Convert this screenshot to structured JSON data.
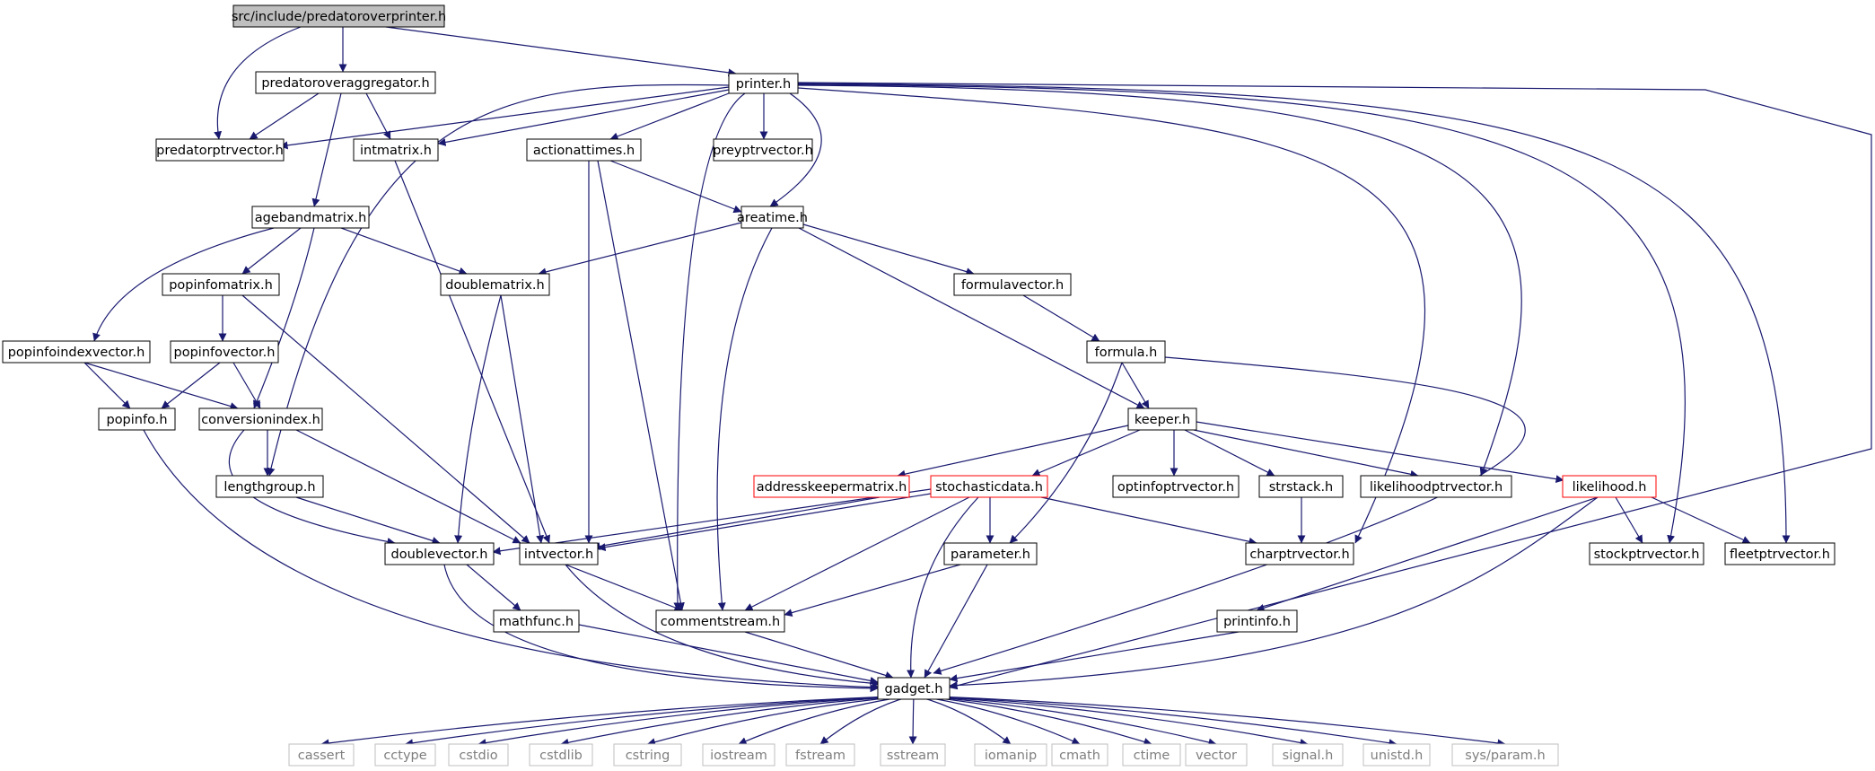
{
  "diagram": {
    "nodes": [
      {
        "id": "root",
        "label": "src/include/predatoroverprinter.h",
        "kind": "root"
      },
      {
        "id": "pagg",
        "label": "predatoroveraggregator.h",
        "kind": "normal"
      },
      {
        "id": "printer",
        "label": "printer.h",
        "kind": "normal"
      },
      {
        "id": "predptr",
        "label": "predatorptrvector.h",
        "kind": "normal"
      },
      {
        "id": "intmatrix",
        "label": "intmatrix.h",
        "kind": "normal"
      },
      {
        "id": "actiontimes",
        "label": "actionattimes.h",
        "kind": "normal"
      },
      {
        "id": "preyptr",
        "label": "preyptrvector.h",
        "kind": "normal"
      },
      {
        "id": "agebandmatrix",
        "label": "agebandmatrix.h",
        "kind": "normal"
      },
      {
        "id": "areatime",
        "label": "areatime.h",
        "kind": "normal"
      },
      {
        "id": "popinfomatrix",
        "label": "popinfomatrix.h",
        "kind": "normal"
      },
      {
        "id": "doublematrix",
        "label": "doublematrix.h",
        "kind": "normal"
      },
      {
        "id": "formulavector",
        "label": "formulavector.h",
        "kind": "normal"
      },
      {
        "id": "popinfoindexvector",
        "label": "popinfoindexvector.h",
        "kind": "normal"
      },
      {
        "id": "popinfovector",
        "label": "popinfovector.h",
        "kind": "normal"
      },
      {
        "id": "formula",
        "label": "formula.h",
        "kind": "normal"
      },
      {
        "id": "popinfo",
        "label": "popinfo.h",
        "kind": "normal"
      },
      {
        "id": "conversionindex",
        "label": "conversionindex.h",
        "kind": "normal"
      },
      {
        "id": "keeper",
        "label": "keeper.h",
        "kind": "normal"
      },
      {
        "id": "lengthgroup",
        "label": "lengthgroup.h",
        "kind": "normal"
      },
      {
        "id": "addresskeepermatrix",
        "label": "addresskeepermatrix.h",
        "kind": "red"
      },
      {
        "id": "stochasticdata",
        "label": "stochasticdata.h",
        "kind": "red"
      },
      {
        "id": "optinfoptr",
        "label": "optinfoptrvector.h",
        "kind": "normal"
      },
      {
        "id": "strstack",
        "label": "strstack.h",
        "kind": "normal"
      },
      {
        "id": "likelihoodptr",
        "label": "likelihoodptrvector.h",
        "kind": "normal"
      },
      {
        "id": "likelihood",
        "label": "likelihood.h",
        "kind": "red"
      },
      {
        "id": "doublevector",
        "label": "doublevector.h",
        "kind": "normal"
      },
      {
        "id": "intvector",
        "label": "intvector.h",
        "kind": "normal"
      },
      {
        "id": "parameter",
        "label": "parameter.h",
        "kind": "normal"
      },
      {
        "id": "charptr",
        "label": "charptrvector.h",
        "kind": "normal"
      },
      {
        "id": "stockptr",
        "label": "stockptrvector.h",
        "kind": "normal"
      },
      {
        "id": "fleetptr",
        "label": "fleetptrvector.h",
        "kind": "normal"
      },
      {
        "id": "mathfunc",
        "label": "mathfunc.h",
        "kind": "normal"
      },
      {
        "id": "commentstream",
        "label": "commentstream.h",
        "kind": "normal"
      },
      {
        "id": "printinfo",
        "label": "printinfo.h",
        "kind": "normal"
      },
      {
        "id": "gadget",
        "label": "gadget.h",
        "kind": "normal"
      },
      {
        "id": "cassert",
        "label": "cassert",
        "kind": "system"
      },
      {
        "id": "cctype",
        "label": "cctype",
        "kind": "system"
      },
      {
        "id": "cstdio",
        "label": "cstdio",
        "kind": "system"
      },
      {
        "id": "cstdlib",
        "label": "cstdlib",
        "kind": "system"
      },
      {
        "id": "cstring",
        "label": "cstring",
        "kind": "system"
      },
      {
        "id": "iostream",
        "label": "iostream",
        "kind": "system"
      },
      {
        "id": "fstream",
        "label": "fstream",
        "kind": "system"
      },
      {
        "id": "sstream",
        "label": "sstream",
        "kind": "system"
      },
      {
        "id": "iomanip",
        "label": "iomanip",
        "kind": "system"
      },
      {
        "id": "cmath",
        "label": "cmath",
        "kind": "system"
      },
      {
        "id": "ctime",
        "label": "ctime",
        "kind": "system"
      },
      {
        "id": "vector",
        "label": "vector",
        "kind": "system"
      },
      {
        "id": "signal",
        "label": "signal.h",
        "kind": "system"
      },
      {
        "id": "unistd",
        "label": "unistd.h",
        "kind": "system"
      },
      {
        "id": "sysparam",
        "label": "sys/param.h",
        "kind": "system"
      }
    ],
    "edges": [
      [
        "root",
        "pagg"
      ],
      [
        "root",
        "printer"
      ],
      [
        "root",
        "predptr"
      ],
      [
        "pagg",
        "predptr"
      ],
      [
        "pagg",
        "intmatrix"
      ],
      [
        "pagg",
        "agebandmatrix"
      ],
      [
        "printer",
        "predptr"
      ],
      [
        "printer",
        "intmatrix"
      ],
      [
        "printer",
        "actiontimes"
      ],
      [
        "printer",
        "preyptr"
      ],
      [
        "printer",
        "areatime"
      ],
      [
        "printer",
        "lengthgroup"
      ],
      [
        "printer",
        "commentstream"
      ],
      [
        "printer",
        "charptr"
      ],
      [
        "printer",
        "likelihoodptr"
      ],
      [
        "printer",
        "stockptr"
      ],
      [
        "printer",
        "fleetptr"
      ],
      [
        "printer",
        "gadget"
      ],
      [
        "intmatrix",
        "intvector"
      ],
      [
        "actiontimes",
        "areatime"
      ],
      [
        "actiontimes",
        "intvector"
      ],
      [
        "actiontimes",
        "commentstream"
      ],
      [
        "agebandmatrix",
        "popinfomatrix"
      ],
      [
        "agebandmatrix",
        "doublematrix"
      ],
      [
        "agebandmatrix",
        "popinfoindexvector"
      ],
      [
        "agebandmatrix",
        "conversionindex"
      ],
      [
        "areatime",
        "doublematrix"
      ],
      [
        "areatime",
        "formulavector"
      ],
      [
        "areatime",
        "keeper"
      ],
      [
        "areatime",
        "commentstream"
      ],
      [
        "popinfomatrix",
        "popinfovector"
      ],
      [
        "popinfomatrix",
        "intvector"
      ],
      [
        "doublematrix",
        "doublevector"
      ],
      [
        "doublematrix",
        "intvector"
      ],
      [
        "formulavector",
        "formula"
      ],
      [
        "popinfoindexvector",
        "popinfo"
      ],
      [
        "popinfoindexvector",
        "conversionindex"
      ],
      [
        "popinfovector",
        "popinfo"
      ],
      [
        "popinfovector",
        "conversionindex"
      ],
      [
        "formula",
        "keeper"
      ],
      [
        "formula",
        "parameter"
      ],
      [
        "formula",
        "gadget"
      ],
      [
        "popinfo",
        "gadget"
      ],
      [
        "conversionindex",
        "lengthgroup"
      ],
      [
        "conversionindex",
        "doublevector"
      ],
      [
        "conversionindex",
        "intvector"
      ],
      [
        "keeper",
        "addresskeepermatrix"
      ],
      [
        "keeper",
        "stochasticdata"
      ],
      [
        "keeper",
        "optinfoptr"
      ],
      [
        "keeper",
        "strstack"
      ],
      [
        "keeper",
        "likelihoodptr"
      ],
      [
        "keeper",
        "likelihood"
      ],
      [
        "lengthgroup",
        "doublevector"
      ],
      [
        "addresskeepermatrix",
        "intvector"
      ],
      [
        "stochasticdata",
        "doublevector"
      ],
      [
        "stochasticdata",
        "intvector"
      ],
      [
        "stochasticdata",
        "parameter"
      ],
      [
        "stochasticdata",
        "charptr"
      ],
      [
        "stochasticdata",
        "commentstream"
      ],
      [
        "stochasticdata",
        "gadget"
      ],
      [
        "strstack",
        "charptr"
      ],
      [
        "likelihood",
        "stockptr"
      ],
      [
        "likelihood",
        "fleetptr"
      ],
      [
        "likelihood",
        "printinfo"
      ],
      [
        "likelihood",
        "gadget"
      ],
      [
        "doublevector",
        "mathfunc"
      ],
      [
        "doublevector",
        "gadget"
      ],
      [
        "intvector",
        "commentstream"
      ],
      [
        "intvector",
        "gadget"
      ],
      [
        "parameter",
        "commentstream"
      ],
      [
        "parameter",
        "gadget"
      ],
      [
        "mathfunc",
        "gadget"
      ],
      [
        "commentstream",
        "gadget"
      ],
      [
        "printinfo",
        "gadget"
      ],
      [
        "gadget",
        "cassert"
      ],
      [
        "gadget",
        "cctype"
      ],
      [
        "gadget",
        "cstdio"
      ],
      [
        "gadget",
        "cstdlib"
      ],
      [
        "gadget",
        "cstring"
      ],
      [
        "gadget",
        "iostream"
      ],
      [
        "gadget",
        "fstream"
      ],
      [
        "gadget",
        "sstream"
      ],
      [
        "gadget",
        "iomanip"
      ],
      [
        "gadget",
        "cmath"
      ],
      [
        "gadget",
        "ctime"
      ],
      [
        "gadget",
        "vector"
      ],
      [
        "gadget",
        "signal"
      ],
      [
        "gadget",
        "unistd"
      ],
      [
        "gadget",
        "sysparam"
      ]
    ],
    "colors": {
      "edge": "#191970",
      "node_border": "#000000",
      "red_border": "#ff0000",
      "system_border": "#bfbfbf",
      "system_text": "#7f7f7f",
      "root_fill": "#bfbfbf",
      "node_fill": "#ffffff"
    }
  }
}
